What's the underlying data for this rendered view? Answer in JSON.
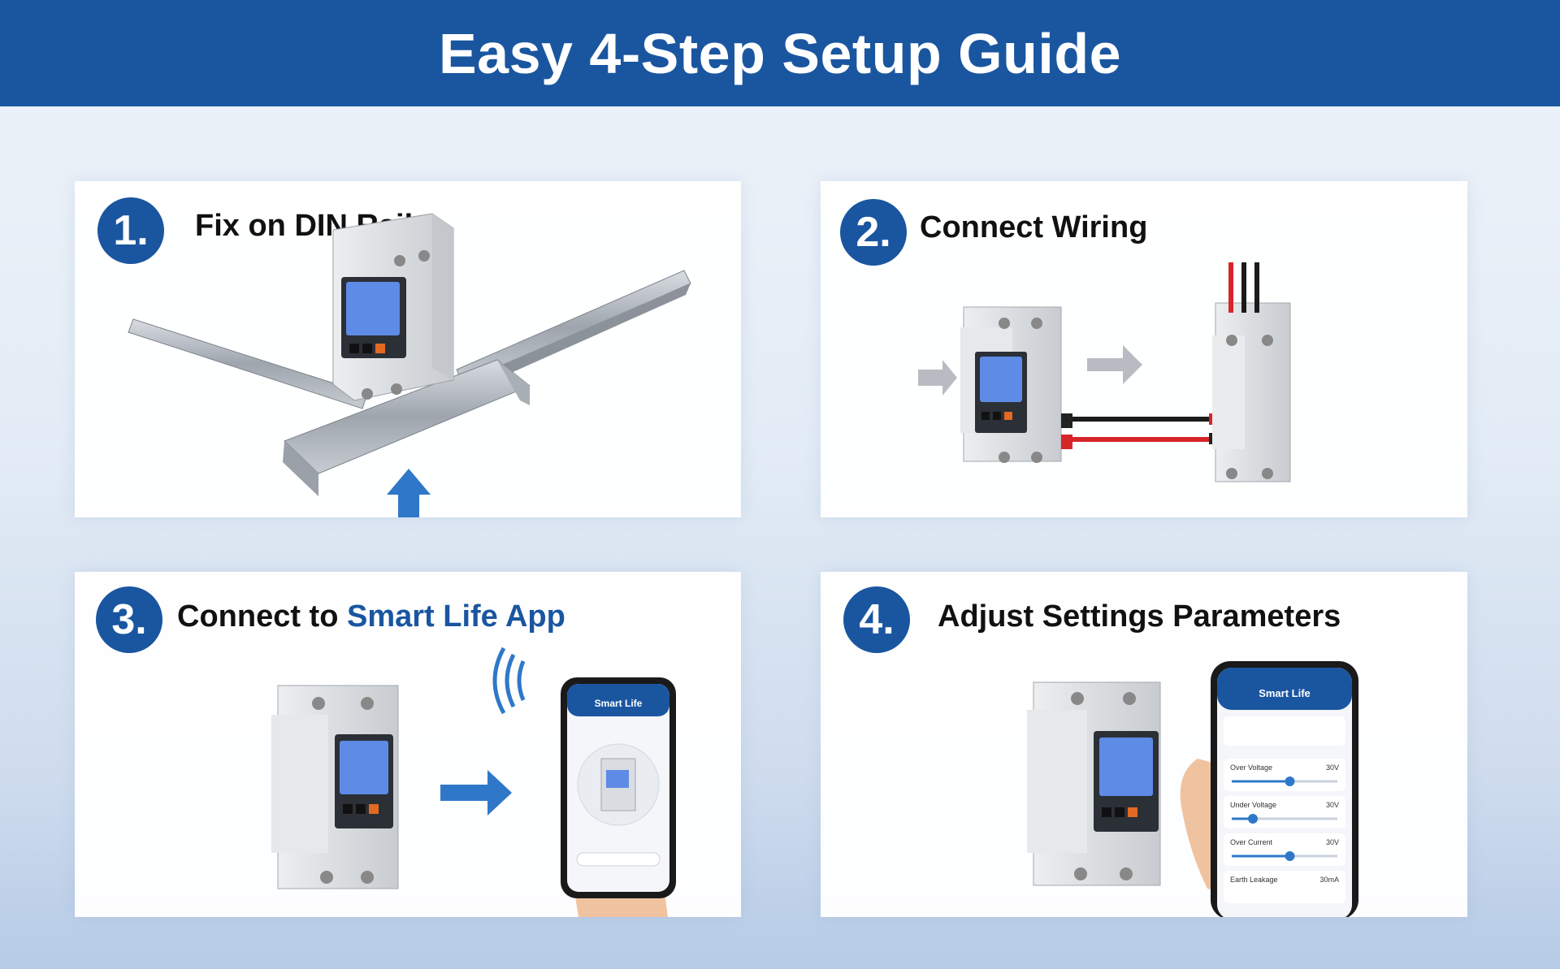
{
  "header": {
    "title": "Easy 4-Step Setup Guide"
  },
  "colors": {
    "brand_blue": "#1a56a0",
    "wire_red": "#d7262a",
    "wire_black": "#1b1b1b",
    "lcd_blue": "#4a7fe0"
  },
  "steps": [
    {
      "number": "1.",
      "title": "Fix on DIN Rail"
    },
    {
      "number": "2.",
      "title": "Connect Wiring"
    },
    {
      "number": "3.",
      "title_prefix": "Connect to ",
      "title_highlight": "Smart Life App"
    },
    {
      "number": "4.",
      "title": "Adjust Settings Parameters"
    }
  ],
  "phone_step3": {
    "app_title": "Smart Life"
  },
  "phone_step4": {
    "app_title": "Smart Life",
    "settings": [
      {
        "label": "Over Voltage",
        "value": "30V",
        "level": 0.55
      },
      {
        "label": "Under Voltage",
        "value": "30V",
        "level": 0.2
      },
      {
        "label": "Over Current",
        "value": "30V",
        "level": 0.55
      },
      {
        "label": "Earth Leakage",
        "value": "30mA"
      }
    ]
  }
}
